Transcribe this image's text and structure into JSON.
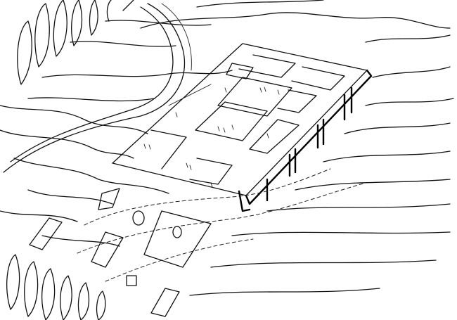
{
  "drawing": {
    "style": "ink-sketch",
    "ink_color": "#111111",
    "paper_color": "#ffffff",
    "elements": [
      "contour-lines",
      "curved-road",
      "long-building-platform",
      "courtyards",
      "support-columns",
      "tree-row-top-left",
      "tree-row-bottom-left",
      "small-pavilions"
    ]
  }
}
